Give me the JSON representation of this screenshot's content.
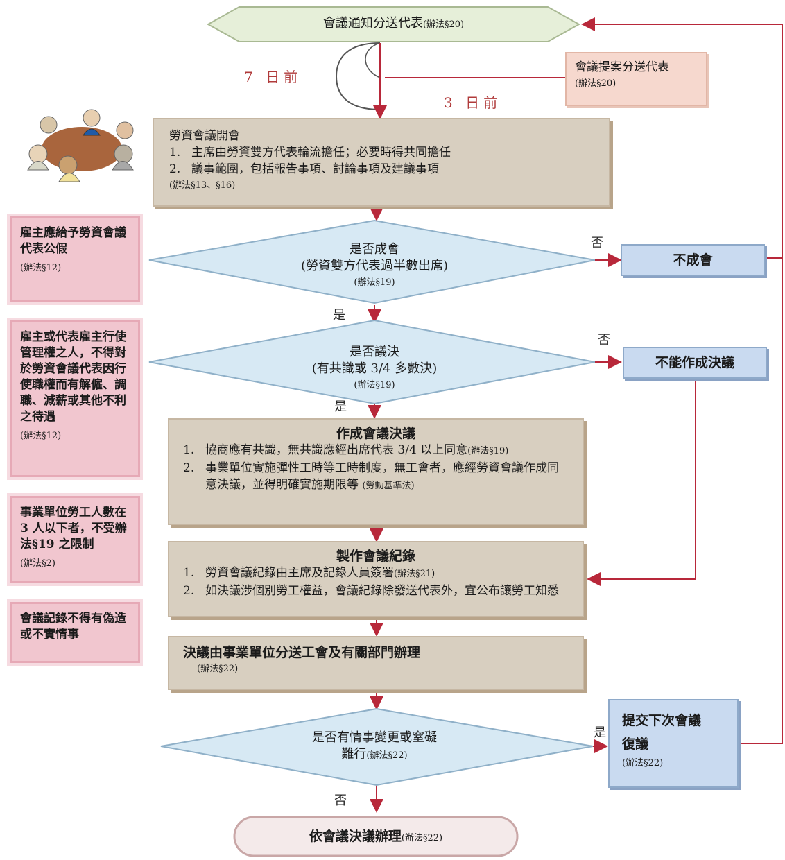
{
  "nodes": {
    "notice": {
      "text": "會議通知分送代表",
      "ref": "(辦法§20)"
    },
    "days7": "7 日前",
    "days3": "3 日前",
    "proposal": {
      "text": "會議提案分送代表",
      "ref": "(辦法§20)"
    },
    "meeting": {
      "title": "勞資會議開會",
      "items": [
        {
          "num": "1.",
          "text": "主席由勞資雙方代表輪流擔任；必要時得共同擔任"
        },
        {
          "num": "2.",
          "text": "議事範圍，包括報告事項、討論事項及建議事項"
        }
      ],
      "ref": "(辦法§13、§16)"
    },
    "quorum": {
      "line1": "是否成會",
      "line2": "(勞資雙方代表過半數出席)",
      "ref": "(辦法§19)"
    },
    "no_quorum": "不成會",
    "resolve": {
      "line1": "是否議決",
      "line2": "(有共識或 3/4 多數決)",
      "ref": "(辦法§19)"
    },
    "no_resolution": "不能作成決議",
    "make_resolution": {
      "title": "作成會議決議",
      "items": [
        {
          "num": "1.",
          "text": "協商應有共識，無共識應經出席代表 3/4 以上同意",
          "ref": "(辦法§19)"
        },
        {
          "num": "2.",
          "text": "事業單位實施彈性工時等工時制度，無工會者，應經勞資會議作成同意決議，並得明確實施期限等",
          "ref": "(勞動基準法)"
        }
      ]
    },
    "minutes": {
      "title": "製作會議紀錄",
      "items": [
        {
          "num": "1.",
          "text": "勞資會議紀錄由主席及記錄人員簽署",
          "ref": "(辦法§21)"
        },
        {
          "num": "2.",
          "text": "如決議涉個別勞工權益，會議紀錄除發送代表外，宜公布讓勞工知悉",
          "ref": ""
        }
      ]
    },
    "distribute": {
      "text": "決議由事業單位分送工會及有關部門辦理",
      "ref": "(辦法§22)"
    },
    "change": {
      "line1": "是否有情事變更或窒礙",
      "line2": "難行",
      "ref": "(辦法§22)"
    },
    "resubmit": {
      "text": "提交下次會議",
      "text2": "復議",
      "ref": "(辦法§22)"
    },
    "execute": {
      "text": "依會議決議辦理",
      "ref": "(辦法§22)"
    }
  },
  "edge_labels": {
    "quorum_no": "否",
    "quorum_yes": "是",
    "resolve_no": "否",
    "resolve_yes": "是",
    "change_yes": "是",
    "change_no": "否"
  },
  "side_notes": [
    {
      "text": "雇主應給予勞資會議代表公假",
      "ref": "(辦法§12)"
    },
    {
      "text": "雇主或代表雇主行使管理權之人，不得對於勞資會議代表因行使職權而有解僱、調職、減薪或其他不利之待遇",
      "ref": "(辦法§12)"
    },
    {
      "text": "事業單位勞工人數在 3 人以下者，不受辦法§19 之限制",
      "ref": "(辦法§2)"
    },
    {
      "text": "會議記錄不得有偽造或不實情事",
      "ref": ""
    }
  ],
  "colors": {
    "arrow": "#b8283a",
    "process": "#d8cfc0",
    "decision": "#d7e9f4",
    "note": "#f1c6cf",
    "outcome": "#c9daf0",
    "notice": "#e6efd9"
  }
}
